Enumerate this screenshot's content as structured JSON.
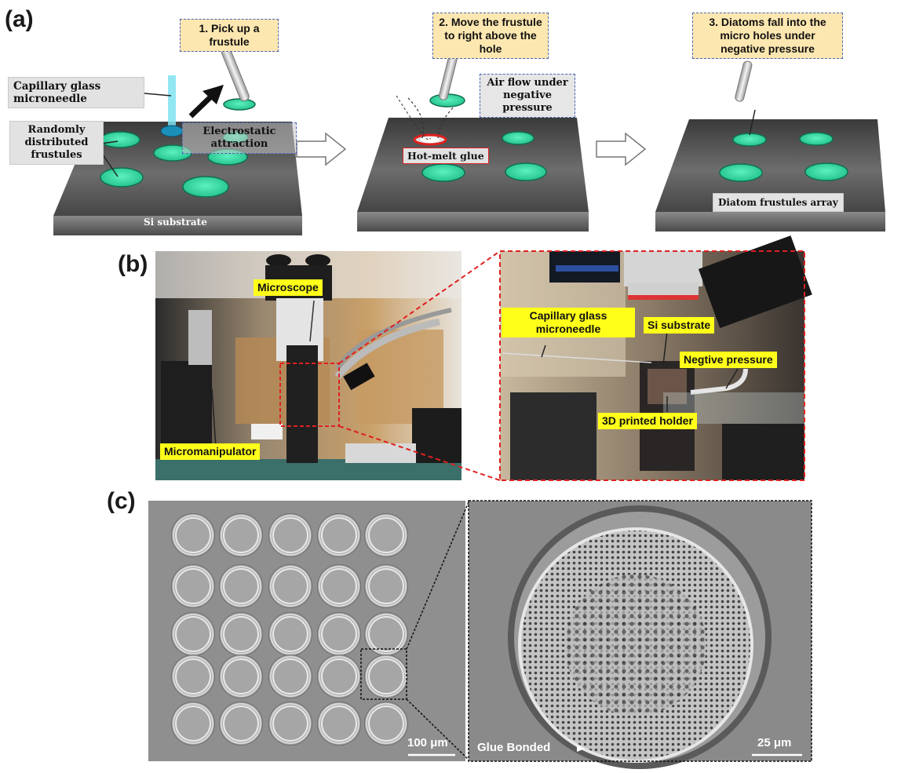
{
  "panels": {
    "a": {
      "label": "(a)",
      "step1": {
        "title": "1. Pick up a frustule",
        "needle_label": "Capillary glass microneedle",
        "frustules_label": "Randomly distributed frustules",
        "electro_label": "Electrostatic attraction",
        "substrate_label": "Si substrate"
      },
      "step2": {
        "title": "2. Move the frustule to right above the hole",
        "air_label": "Air flow under negative pressure",
        "glue_label": "Hot-melt glue"
      },
      "step3": {
        "title": "3. Diatoms fall into the micro holes under negative pressure",
        "array_label": "Diatom frustules array"
      }
    },
    "b": {
      "label": "(b)",
      "left": {
        "microscope": "Microscope",
        "micromanipulator": "Micromanipulator"
      },
      "right": {
        "needle": "Capillary glass microneedle",
        "substrate": "Si substrate",
        "pressure": "Negtive pressure",
        "holder": "3D printed holder"
      }
    },
    "c": {
      "label": "(c)",
      "scale_left": "100 μm",
      "scale_right": "25 μm",
      "glue_bonded": "Glue Bonded"
    }
  },
  "colors": {
    "frustule": "#2fd6a1",
    "substrate": "#4a4a4a",
    "callout_bg": "#fde7b0",
    "callout_border": "#4a63b8",
    "yellow_label": "#ffff1a",
    "zoom_red": "#e02020"
  },
  "icons": [
    "arrow-right-outline-icon",
    "black-arrow-icon"
  ]
}
